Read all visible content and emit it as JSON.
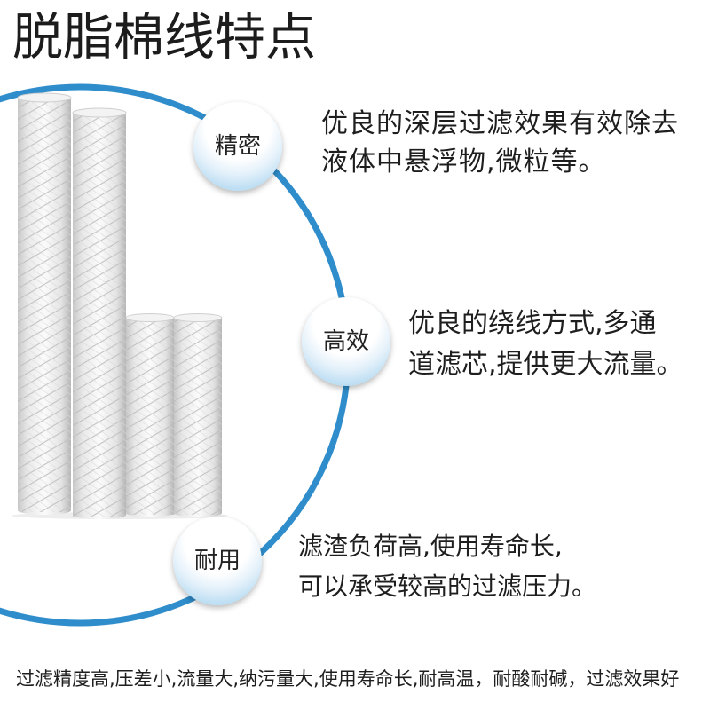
{
  "title": "脱脂棉线特点",
  "features": [
    {
      "label": "精密",
      "description": [
        "优良的深层过滤效果有效除去",
        "液体中悬浮物,微粒等。"
      ]
    },
    {
      "label": "高效",
      "description": [
        "优良的绕线方式,多通",
        "道滤芯,提供更大流量。"
      ]
    },
    {
      "label": "耐用",
      "description": [
        "滤渣负荷高,使用寿命长,",
        "可以承受较高的过滤压力。"
      ]
    }
  ],
  "footer": "过滤精度高,压差小,流量大,纳污量大,使用寿命长,耐高温，耐酸耐碱，过滤效果好",
  "colors": {
    "accent": "#2f8dcb",
    "text": "#1e1e1e",
    "badge_highlight": "#ffffff",
    "badge_shade": "#b9dcf2",
    "background": "#ffffff"
  }
}
